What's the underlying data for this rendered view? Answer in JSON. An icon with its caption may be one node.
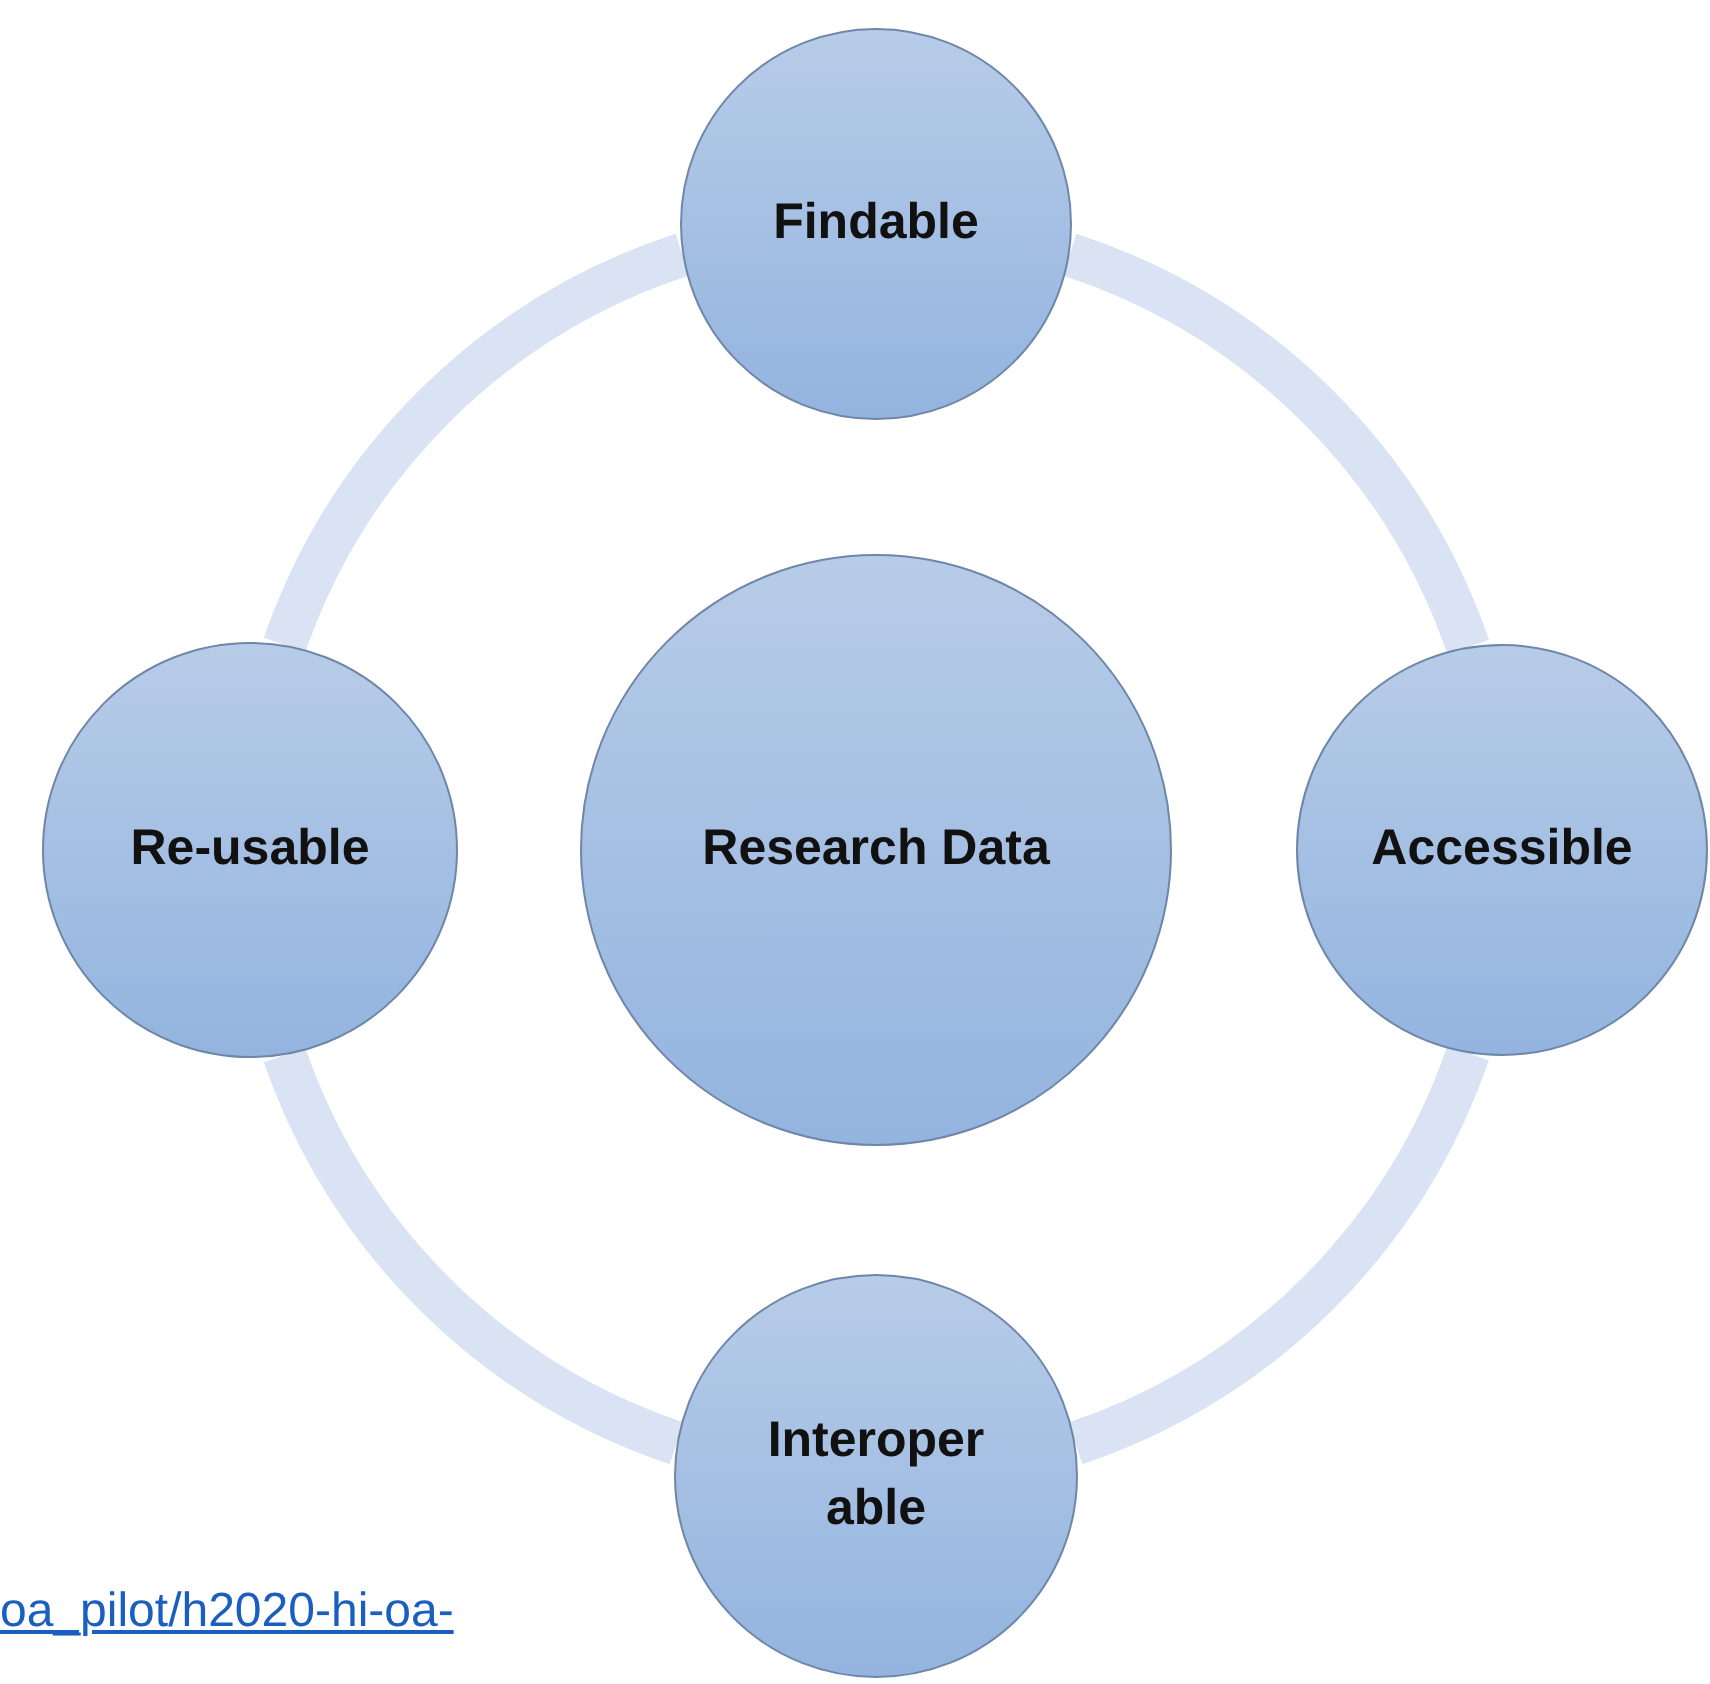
{
  "diagram": {
    "nodes": [
      {
        "text": [
          "Findable"
        ]
      },
      {
        "text": [
          "Re-usable"
        ]
      },
      {
        "text": [
          "Research Data"
        ]
      },
      {
        "text": [
          "Accessible"
        ]
      },
      {
        "text": [
          "Interoper able"
        ]
      }
    ],
    "edges": [
      {
        "from": 0,
        "to": 3,
        "arrow": "none"
      },
      {
        "from": 3,
        "to": 4,
        "arrow": "none"
      },
      {
        "from": 4,
        "to": 1,
        "arrow": "none"
      },
      {
        "from": 1,
        "to": 0,
        "arrow": "none"
      }
    ],
    "labels": [
      "oa_pilot/h2020-hi-oa-"
    ]
  }
}
